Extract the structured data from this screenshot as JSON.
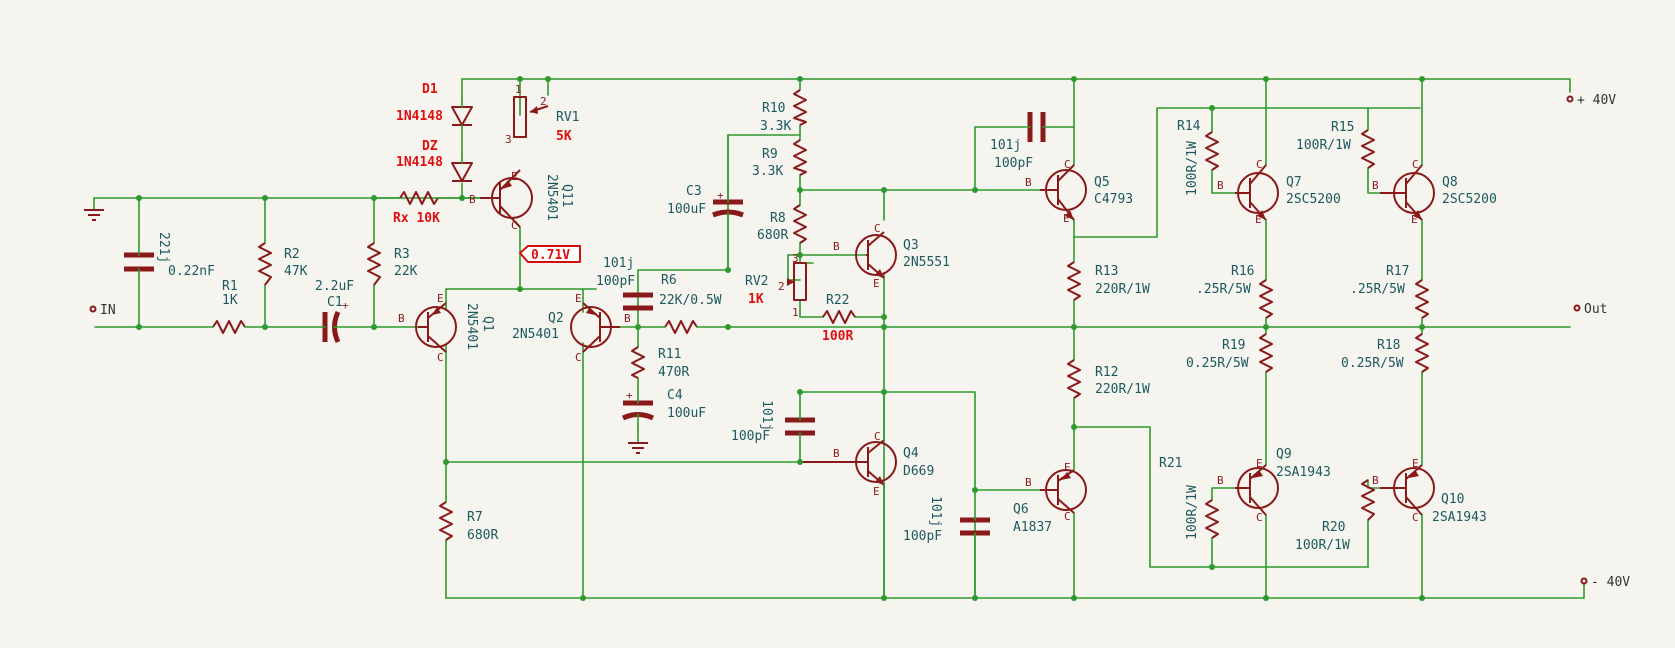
{
  "colors": {
    "wire": "#2e9a2e",
    "component": "#8a1a1a",
    "label": "#1d5a5e",
    "highlight": "#e01010",
    "background": "#f5f4ef"
  },
  "nets": {
    "vplus": "+ 40V",
    "vminus": "- 40V",
    "input": "IN",
    "output": "Out"
  },
  "pins": {
    "b": "B",
    "c": "C",
    "e": "E",
    "one": "1",
    "two": "2",
    "three": "3"
  },
  "probe": {
    "voltage": "0.71V"
  },
  "components": {
    "d1": {
      "ref": "D1",
      "value": "1N4148"
    },
    "dz": {
      "ref": "DZ",
      "value": "1N4148"
    },
    "rv1": {
      "ref": "RV1",
      "value": "5K"
    },
    "q11": {
      "ref": "Q11",
      "value": "2N5401"
    },
    "rx": {
      "ref": "Rx 10K"
    },
    "c221": {
      "ref": "221j",
      "value": "0.22nF"
    },
    "r1": {
      "ref": "R1",
      "value": "1K"
    },
    "r2": {
      "ref": "R2",
      "value": "47K"
    },
    "c1": {
      "ref": "C1",
      "value": "2.2uF"
    },
    "r3": {
      "ref": "R3",
      "value": "22K"
    },
    "q1": {
      "ref": "Q1",
      "value": "2N5401"
    },
    "q2": {
      "ref": "Q2",
      "value": "2N5401"
    },
    "r7": {
      "ref": "R7",
      "value": "680R"
    },
    "c3": {
      "ref": "C3",
      "value": "100uF"
    },
    "c101a": {
      "ref": "101j",
      "value": "100pF"
    },
    "r6": {
      "ref": "R6",
      "value": "22K/0.5W"
    },
    "r11": {
      "ref": "R11",
      "value": "470R"
    },
    "c4": {
      "ref": "C4",
      "value": "100uF"
    },
    "r10": {
      "ref": "R10",
      "value": "3.3K"
    },
    "r9": {
      "ref": "R9",
      "value": "3.3K"
    },
    "r8": {
      "ref": "R8",
      "value": "680R"
    },
    "rv2": {
      "ref": "RV2",
      "value": "1K"
    },
    "r22": {
      "ref": "R22",
      "value": "100R"
    },
    "q3": {
      "ref": "Q3",
      "value": "2N5551"
    },
    "c101b": {
      "ref": "101j",
      "value": "100pF"
    },
    "q4": {
      "ref": "Q4",
      "value": "D669"
    },
    "c101c": {
      "ref": "101j",
      "value": "100pF"
    },
    "c101d": {
      "ref": "101j",
      "value": "100pF"
    },
    "q5": {
      "ref": "Q5",
      "value": "C4793"
    },
    "q6": {
      "ref": "Q6",
      "value": "A1837"
    },
    "r13": {
      "ref": "R13",
      "value": "220R/1W"
    },
    "r12": {
      "ref": "R12",
      "value": "220R/1W"
    },
    "r14": {
      "ref": "R14",
      "value": "100R/1W"
    },
    "q7": {
      "ref": "Q7",
      "value": "2SC5200"
    },
    "r16": {
      "ref": "R16",
      "value": ".25R/5W"
    },
    "r19": {
      "ref": "R19",
      "value": "0.25R/5W"
    },
    "r21": {
      "ref": "R21",
      "value": "100R/1W"
    },
    "q9": {
      "ref": "Q9",
      "value": "2SA1943"
    },
    "r15": {
      "ref": "R15",
      "value": "100R/1W"
    },
    "q8": {
      "ref": "Q8",
      "value": "2SC5200"
    },
    "r17": {
      "ref": "R17",
      "value": ".25R/5W"
    },
    "r18": {
      "ref": "R18",
      "value": "0.25R/5W"
    },
    "r20": {
      "ref": "R20",
      "value": "100R/1W"
    },
    "q10": {
      "ref": "Q10",
      "value": "2SA1943"
    }
  }
}
